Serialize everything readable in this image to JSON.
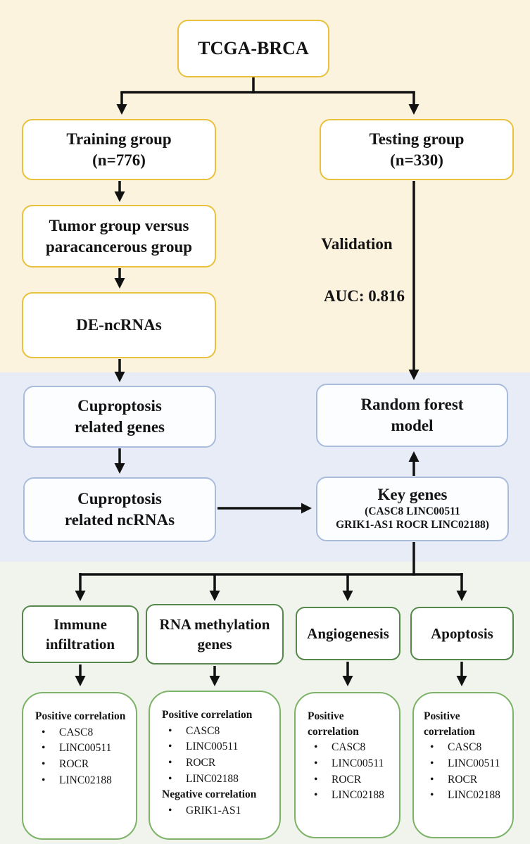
{
  "palette": {
    "band_top": "#FBF3DE",
    "band_middle": "#E8ECF6",
    "band_bottom": "#F1F4EC",
    "border_yellow": "#E9C13C",
    "border_blue": "#A9BCDC",
    "border_green_dark": "#55884A",
    "border_green_light": "#7DB368",
    "line_color": "#111111"
  },
  "boxes": {
    "tcga": {
      "label": "TCGA-BRCA"
    },
    "training": {
      "line1": "Training group",
      "line2": "(n=776)"
    },
    "testing": {
      "line1": "Testing group",
      "line2": "(n=330)"
    },
    "tumor_vs_para": {
      "line1": "Tumor group versus",
      "line2": "paracancerous group"
    },
    "de_ncrnas": {
      "label": "DE-ncRNAs"
    },
    "cuproptosis_genes": {
      "line1": "Cuproptosis",
      "line2": "related genes"
    },
    "random_forest": {
      "line1": "Random forest",
      "line2": "model"
    },
    "cuproptosis_ncrnas": {
      "line1": "Cuproptosis",
      "line2": "related ncRNAs"
    },
    "key_genes": {
      "title": "Key genes",
      "sub1": "(CASC8 LINC00511",
      "sub2": "GRIK1-AS1 ROCR LINC02188)"
    },
    "immune": {
      "line1": "Immune",
      "line2": "infiltration"
    },
    "rna_methylation": {
      "line1": "RNA methylation",
      "line2": "genes"
    },
    "angiogenesis": {
      "label": "Angiogenesis"
    },
    "apoptosis": {
      "label": "Apoptosis"
    }
  },
  "annotations": {
    "validation": "Validation",
    "auc": "AUC: 0.816"
  },
  "outcomes": [
    {
      "id": "immune-correlations",
      "sections": [
        {
          "heading": "Positive correlation",
          "items": [
            "CASC8",
            "LINC00511",
            "ROCR",
            "LINC02188"
          ]
        }
      ]
    },
    {
      "id": "rna-methylation-correlations",
      "sections": [
        {
          "heading": "Positive correlation",
          "items": [
            "CASC8",
            "LINC00511",
            "ROCR",
            "LINC02188"
          ]
        },
        {
          "heading": "Negative correlation",
          "items": [
            "GRIK1-AS1"
          ]
        }
      ]
    },
    {
      "id": "angiogenesis-correlations",
      "sections": [
        {
          "heading": "Positive correlation",
          "items": [
            "CASC8",
            "LINC00511",
            "ROCR",
            "LINC02188"
          ]
        }
      ]
    },
    {
      "id": "apoptosis-correlations",
      "sections": [
        {
          "heading": "Positive correlation",
          "items": [
            "CASC8",
            "LINC00511",
            "ROCR",
            "LINC02188"
          ]
        }
      ]
    }
  ]
}
